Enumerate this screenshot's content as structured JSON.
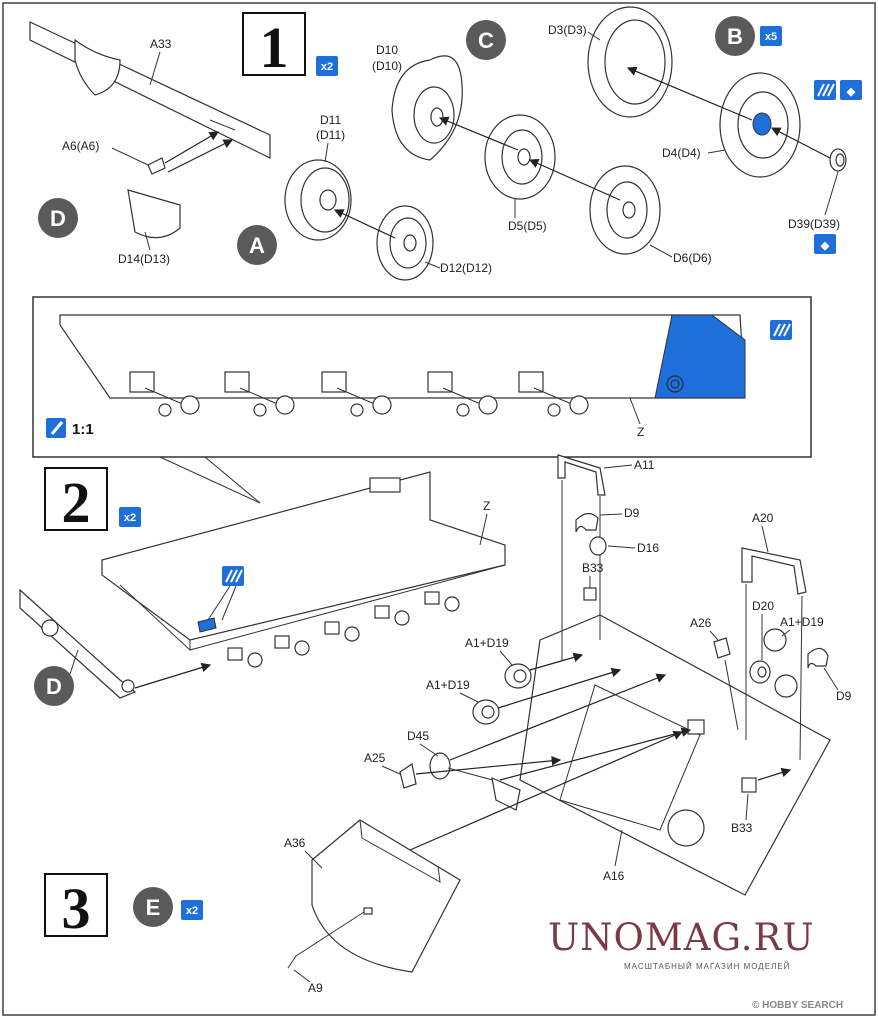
{
  "steps": [
    {
      "number": "1",
      "multiplier": "x2"
    },
    {
      "number": "2",
      "multiplier": "x2"
    },
    {
      "number": "3",
      "multiplier": "x2"
    }
  ],
  "subassemblies": {
    "A": "A",
    "B": "B",
    "B_multiplier": "x5",
    "C": "C",
    "D_step1": "D",
    "D_step2": "D",
    "E": "E"
  },
  "step1_labels": {
    "a33": "A33",
    "a6": "A6(A6)",
    "d14": "D14(D13)",
    "d11": "D11",
    "d11b": "(D11)",
    "d12": "D12(D12)",
    "d10": "D10",
    "d10b": "(D10)",
    "d5": "D5(D5)",
    "d6": "D6(D6)",
    "d3": "D3(D3)",
    "d4": "D4(D4)",
    "d39": "D39(D39)"
  },
  "detail": {
    "scale": "1:1",
    "z_label": "Z"
  },
  "step2_labels": {
    "z": "Z",
    "a11": "A11",
    "d9_top": "D9",
    "d16": "D16",
    "b33_top": "B33",
    "a1d19_a": "A1+D19",
    "a1d19_b": "A1+D19",
    "a1d19_c": "A1+D19",
    "a26": "A26",
    "a20": "A20",
    "d20": "D20",
    "d9_right": "D9",
    "d45": "D45",
    "a25": "A25",
    "b33_bottom": "B33",
    "a16": "A16"
  },
  "step3_labels": {
    "a36": "A36",
    "a9": "A9"
  },
  "watermark": {
    "title": "UNOMAG.RU",
    "subtitle": "МАСШТАБНЫЙ МАГАЗИН МОДЕЛЕЙ",
    "corner": "© HOBBY SEARCH"
  },
  "colors": {
    "accent_blue": "#1e6fd9",
    "circle_grey": "#5a5a5a",
    "watermark": "#7a3a45"
  }
}
